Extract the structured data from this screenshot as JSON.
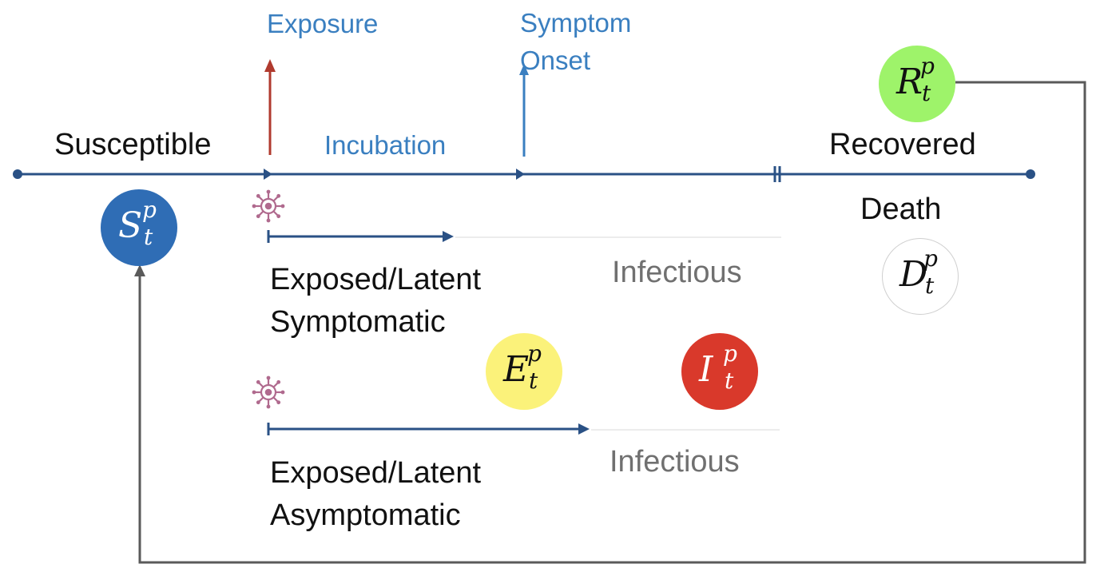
{
  "labels": {
    "exposure": "Exposure",
    "symptom_onset": "Symptom\nOnset",
    "susceptible": "Susceptible",
    "incubation": "Incubation",
    "recovered": "Recovered",
    "death": "Death",
    "infectious_symptomatic": "Infectious",
    "infectious_asymptomatic": "Infectious",
    "latent_symptomatic": "Exposed/Latent\nSymptomatic",
    "latent_asymptomatic": "Exposed/Latent\nAsymptomatic"
  },
  "nodes": {
    "susceptible": {
      "base": "S",
      "sup": "p",
      "sub": "t",
      "color": "#2f6db5",
      "text_color": "#ffffff"
    },
    "exposed": {
      "base": "E",
      "sup": "p",
      "sub": "t",
      "color": "#fbf27a",
      "text_color": "#111111"
    },
    "infectious": {
      "base": "I",
      "sup": "p",
      "sub": "t",
      "color": "#d9392b",
      "text_color": "#ffffff"
    },
    "recovered": {
      "base": "R",
      "sup": "p",
      "sub": "t",
      "color": "#9ef36a",
      "text_color": "#111111"
    },
    "dead": {
      "base": "D",
      "sup": "p",
      "sub": "t",
      "color": "#ffffff",
      "text_color": "#111111"
    }
  },
  "colors": {
    "timeline": "#2a5185",
    "exposure_arrow": "#b03a2e",
    "onset_arrow": "#3a7fc0",
    "feedback_loop": "#5a5a5a",
    "virus_icon": "#b06a8e",
    "infectious_line": "#e6e6e6"
  },
  "icons": {
    "virus": "virus-icon"
  }
}
